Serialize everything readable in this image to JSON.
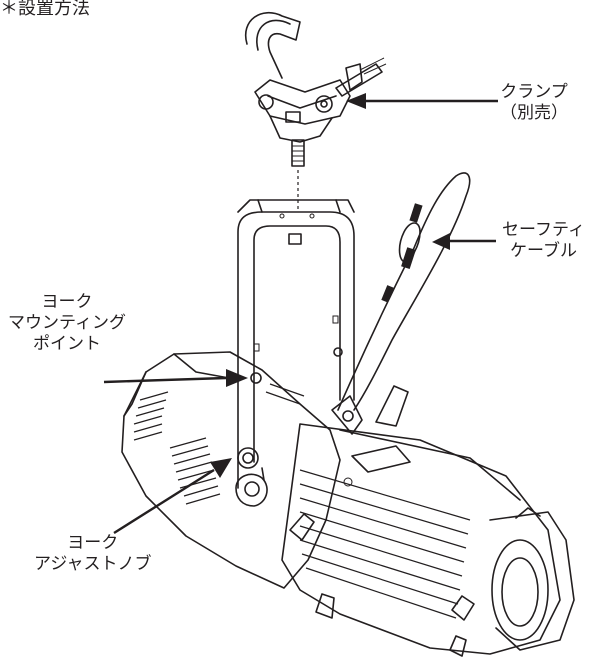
{
  "title": "＊設置方法",
  "labels": {
    "clamp": [
      "クランプ",
      "（別売）"
    ],
    "safety_cable": [
      "セーフティ",
      "ケーブル"
    ],
    "yoke_mounting_point": [
      "ヨーク",
      "マウンティング",
      "ポイント"
    ],
    "yoke_adjust_knob": [
      "ヨーク",
      "アジャストノブ"
    ]
  }
}
